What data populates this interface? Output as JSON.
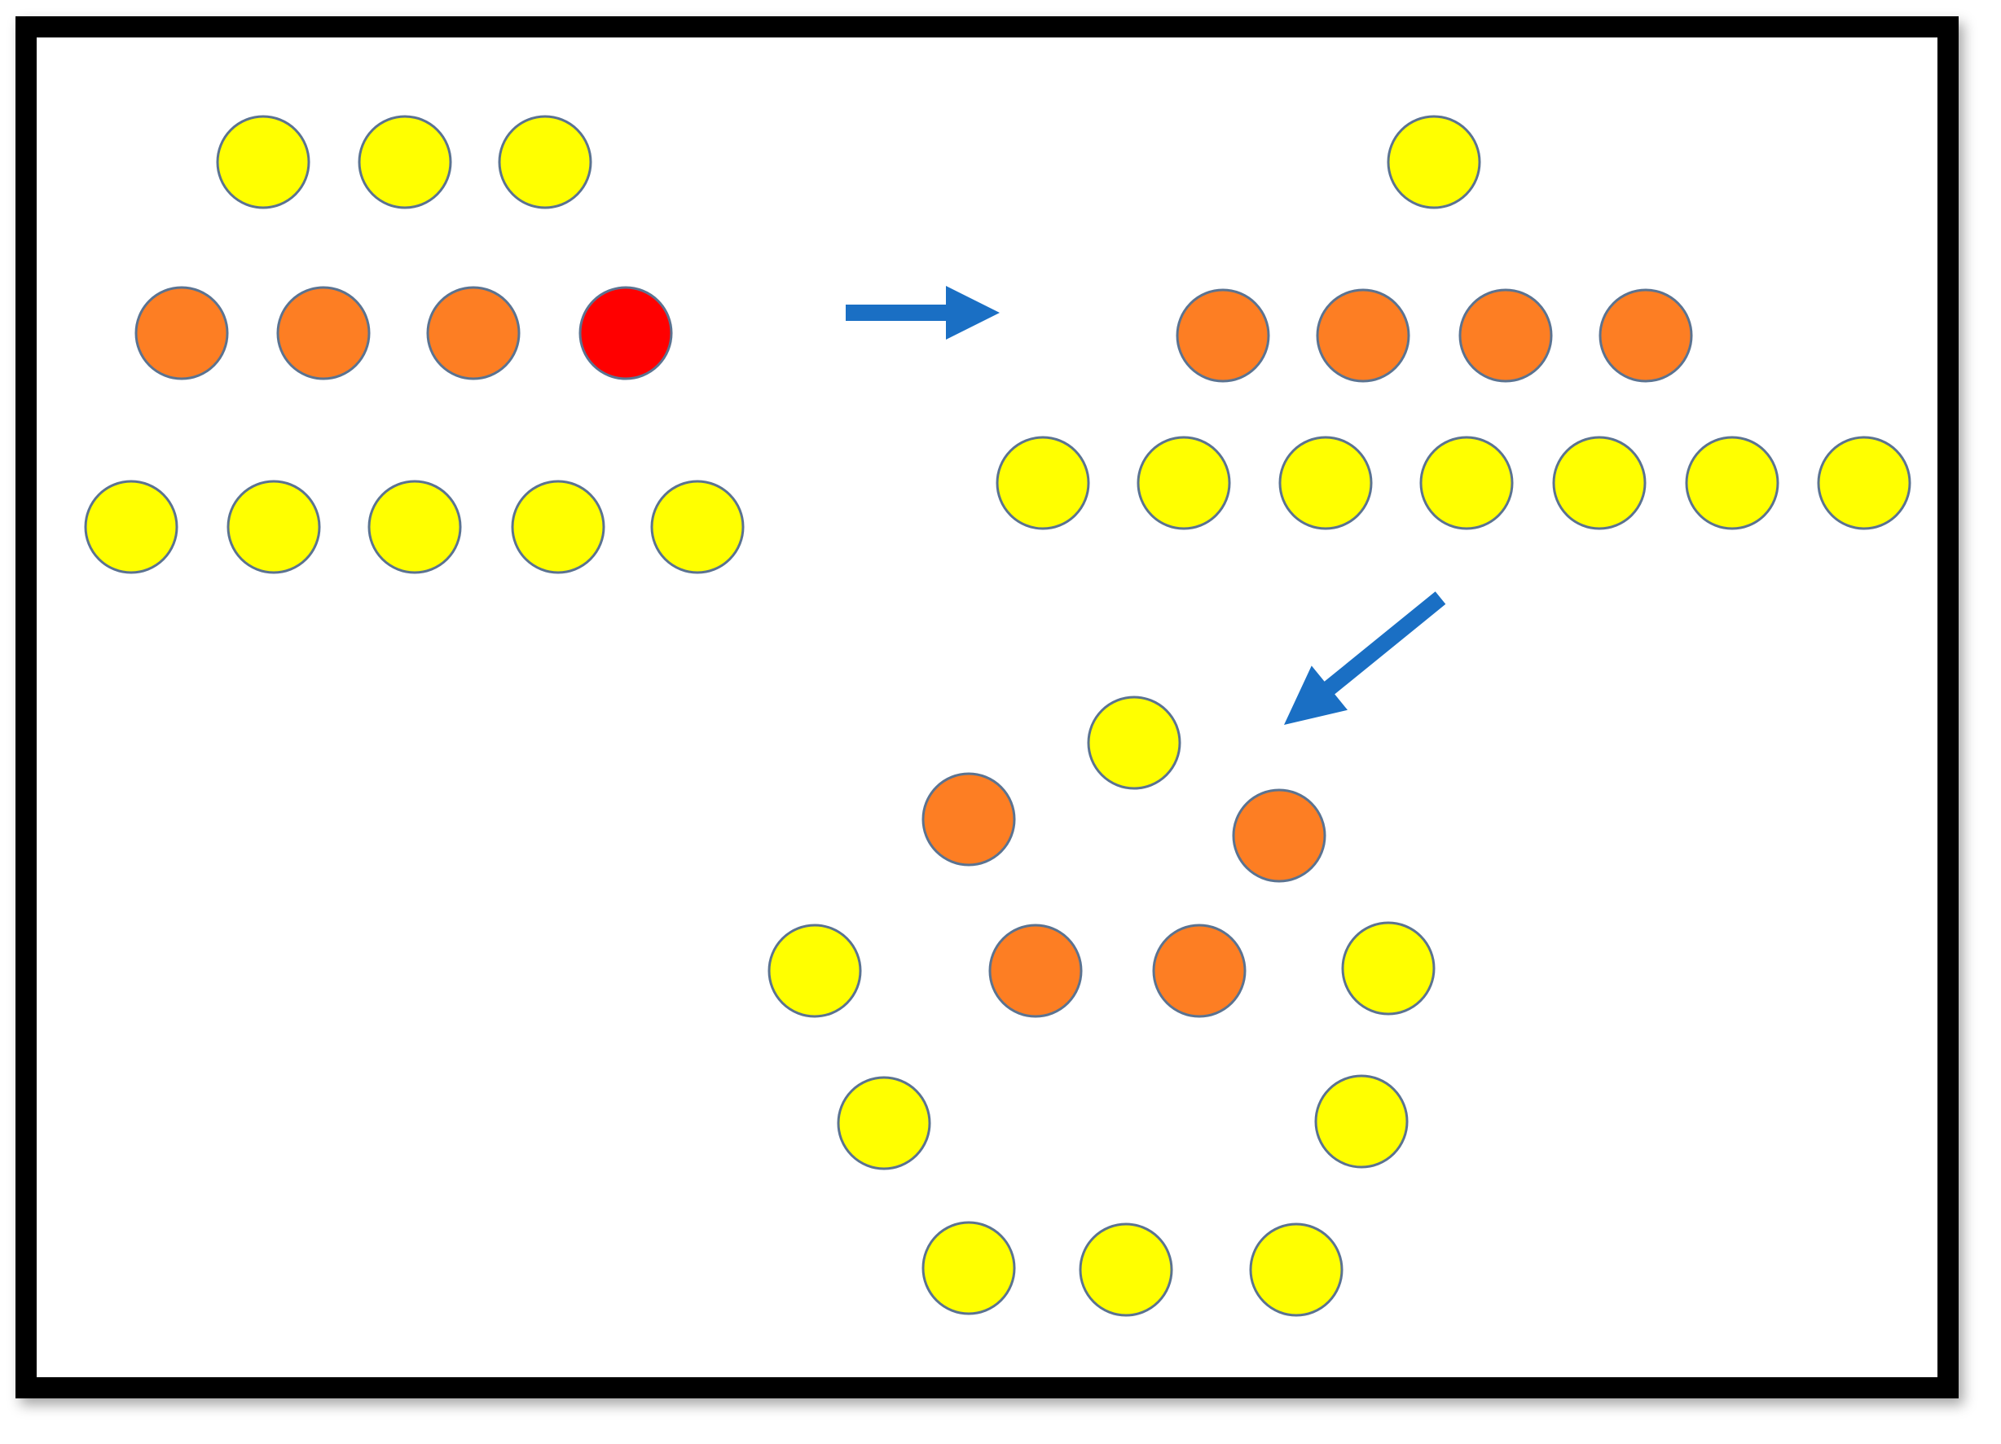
{
  "colors": {
    "yellow": "#FFFF00",
    "orange": "#FD7E23",
    "red": "#FF0000",
    "circle_stroke": "#5B7391",
    "arrow": "#1A6FC4",
    "frame": "#000000",
    "background": "#FFFFFF"
  },
  "panels": {
    "start": {
      "rows": [
        [
          "yellow",
          "yellow",
          "yellow"
        ],
        [
          "orange",
          "orange",
          "orange",
          "red"
        ],
        [
          "yellow",
          "yellow",
          "yellow",
          "yellow",
          "yellow"
        ]
      ]
    },
    "middle": {
      "rows": [
        [
          "yellow"
        ],
        [
          "orange",
          "orange",
          "orange",
          "orange"
        ],
        [
          "yellow",
          "yellow",
          "yellow",
          "yellow",
          "yellow",
          "yellow",
          "yellow"
        ]
      ]
    },
    "ring": {
      "inner": [
        "yellow",
        "orange",
        "orange",
        "orange",
        "orange"
      ],
      "outer": [
        "yellow",
        "yellow",
        "yellow",
        "yellow",
        "yellow",
        "yellow",
        "yellow"
      ]
    }
  },
  "arrows": [
    {
      "name": "arrow-right",
      "from": "start",
      "to": "middle"
    },
    {
      "name": "arrow-down-left",
      "from": "middle",
      "to": "ring"
    }
  ]
}
